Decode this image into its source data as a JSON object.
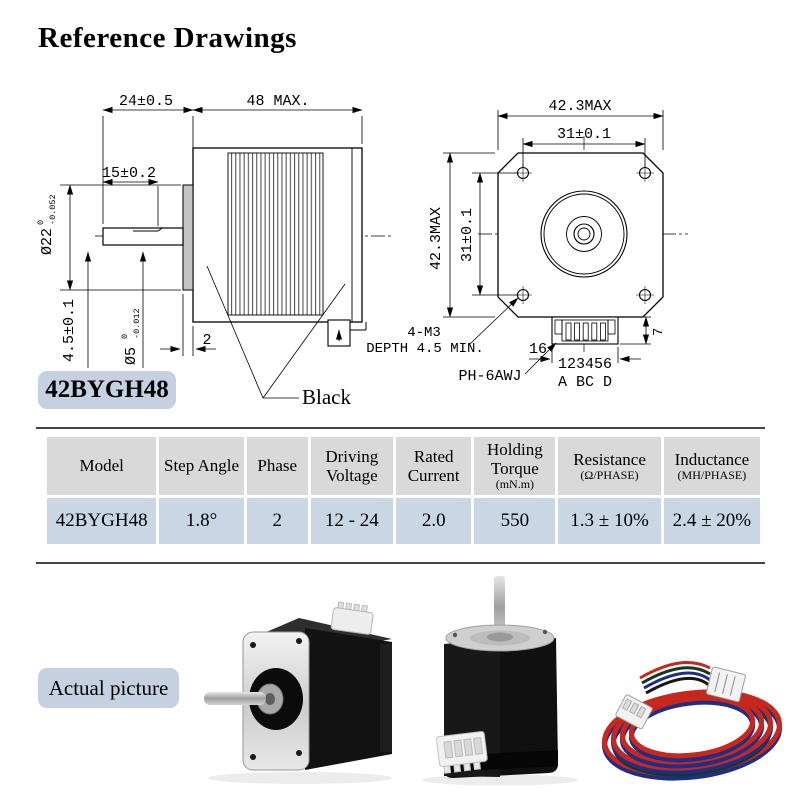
{
  "page": {
    "title": "Reference Drawings",
    "background": "#ffffff"
  },
  "side_view": {
    "dim_shaft_to_face": "24±0.5",
    "dim_body_length": "48 MAX.",
    "dim_flat_length": "15±0.2",
    "dim_pilot_diameter": "Ø22",
    "dim_pilot_tol_upper": "0",
    "dim_pilot_tol_lower": "-0.052",
    "dim_step_height": "4.5±0.1",
    "dim_shaft_diameter": "Ø5",
    "dim_shaft_tol_upper": "0",
    "dim_shaft_tol_lower": "-0.012",
    "dim_pilot_depth": "2",
    "wire_color_label": "Black"
  },
  "front_view": {
    "dim_face_width": "42.3MAX",
    "dim_hole_spacing_h": "31±0.1",
    "dim_face_height": "42.3MAX",
    "dim_hole_spacing_v": "31±0.1",
    "mounting_note_line1": "4-M3",
    "mounting_note_line2": "DEPTH 4.5 MIN.",
    "connector_width": "16",
    "connector_label": "PH-6AWJ",
    "connector_pin_numbers": "123456",
    "connector_pin_letters": "A BC D",
    "connector_height": "7"
  },
  "model_badge": "42BYGH48",
  "spec_table": {
    "headers": [
      {
        "label": "Model",
        "sub": ""
      },
      {
        "label": "Step Angle",
        "sub": ""
      },
      {
        "label": "Phase",
        "sub": ""
      },
      {
        "label": "Driving Voltage",
        "sub": ""
      },
      {
        "label": "Rated Current",
        "sub": ""
      },
      {
        "label": "Holding Torque",
        "sub": "(mN.m)"
      },
      {
        "label": "Resistance",
        "sub": "(Ω/PHASE)"
      },
      {
        "label": "Inductance",
        "sub": "(MH/PHASE)"
      }
    ],
    "row": {
      "model": "42BYGH48",
      "step_angle": "1.8°",
      "phase": "2",
      "driving_voltage": "12 - 24",
      "rated_current": "2.0",
      "holding_torque": "550",
      "resistance": "1.3 ± 10%",
      "inductance": "2.4 ± 20%"
    }
  },
  "actual_picture_label": "Actual picture",
  "photos": [
    "motor-three-quarter-view",
    "motor-upright-view",
    "motor-cable-kit"
  ],
  "colors": {
    "badge_bg": "#c5d1e0",
    "table_header_bg": "#d9d9d9",
    "table_row_bg": "#c9d6e4",
    "rule": "#454545",
    "cable_red": "#c7271c",
    "cable_blue": "#1d2e86"
  }
}
